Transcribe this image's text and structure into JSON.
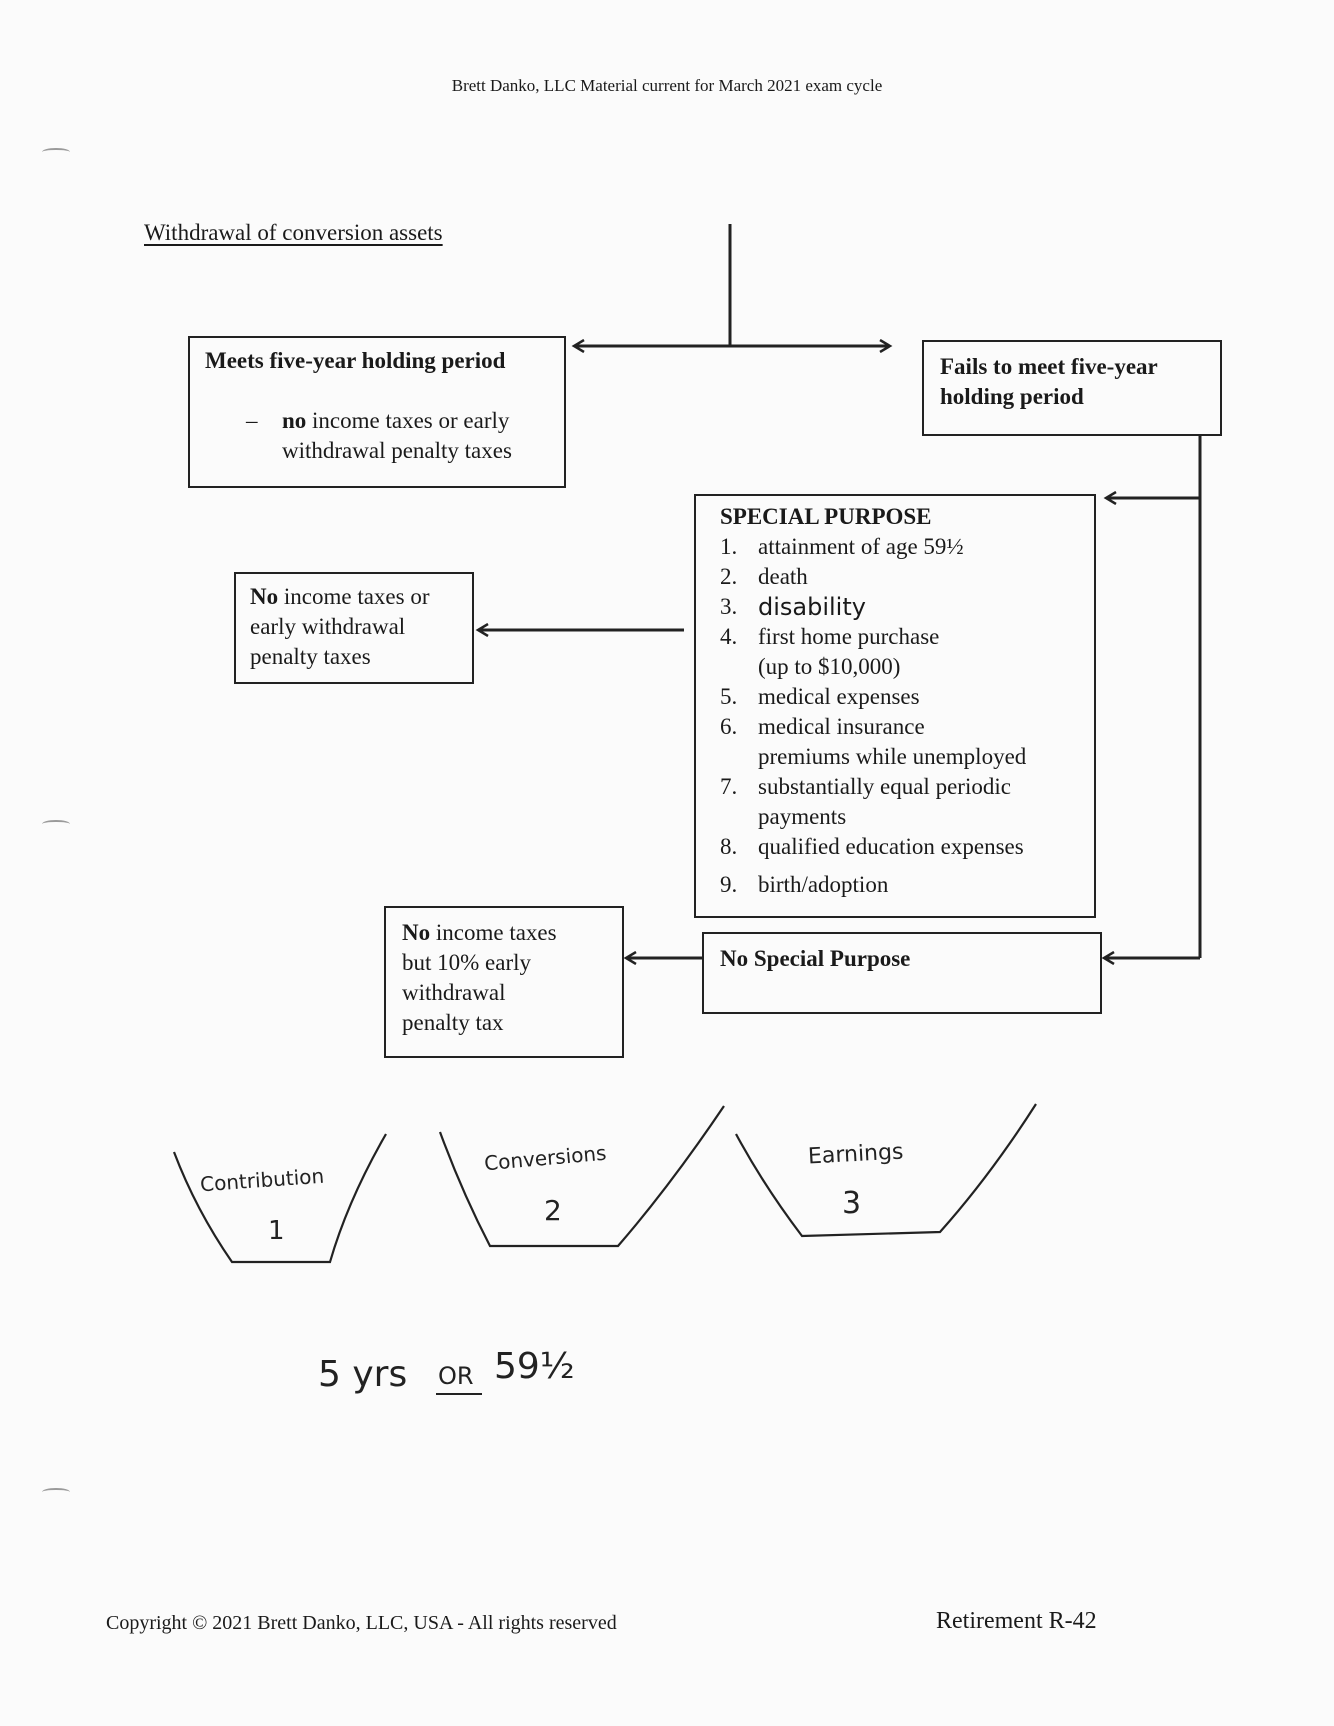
{
  "header": "Brett Danko, LLC Material current for March 2021 exam cycle",
  "title": "Withdrawal of conversion assets",
  "meets_box": {
    "heading": "Meets five-year holding period",
    "dash": "–",
    "bold_word": "no",
    "text_line1": " income taxes or early",
    "text_line2": "withdrawal penalty taxes"
  },
  "fails_box": {
    "line1": "Fails to meet five-year",
    "line2": "holding period"
  },
  "special_purpose": {
    "heading": "SPECIAL PURPOSE",
    "items": [
      {
        "num": "1.",
        "line1": "attainment of age 59½",
        "line2": ""
      },
      {
        "num": "2.",
        "line1": "death",
        "line2": ""
      },
      {
        "num": "3.",
        "line1": "disability",
        "line2": ""
      },
      {
        "num": "4.",
        "line1": "first home purchase",
        "line2": "(up to $10,000)"
      },
      {
        "num": "5.",
        "line1": "medical expenses",
        "line2": ""
      },
      {
        "num": "6.",
        "line1": "medical insurance",
        "line2": "premiums while unemployed"
      },
      {
        "num": "7.",
        "line1": "substantially equal periodic",
        "line2": "payments"
      },
      {
        "num": "8.",
        "line1": "qualified education expenses",
        "line2": ""
      },
      {
        "num": "9.",
        "line1": "birth/adoption",
        "line2": ""
      }
    ]
  },
  "no_tax_box": {
    "bold_word": "No",
    "line1": " income taxes or",
    "line2": "early withdrawal",
    "line3": "penalty taxes"
  },
  "penalty_box": {
    "bold_word": "No",
    "line1": " income taxes",
    "line2": "but 10% early",
    "line3": "withdrawal",
    "line4": "penalty tax"
  },
  "no_special_box": {
    "label": "No Special Purpose"
  },
  "buckets": [
    {
      "label": "Contribution",
      "number": "1"
    },
    {
      "label": "Conversions",
      "number": "2"
    },
    {
      "label": "Earnings",
      "number": "3"
    }
  ],
  "handnote": {
    "part1": "5 yrs",
    "part2": "OR",
    "part3": "59½"
  },
  "footer": {
    "copyright": "Copyright © 2021 Brett Danko, LLC, USA - All rights reserved",
    "page": "Retirement R-42"
  }
}
